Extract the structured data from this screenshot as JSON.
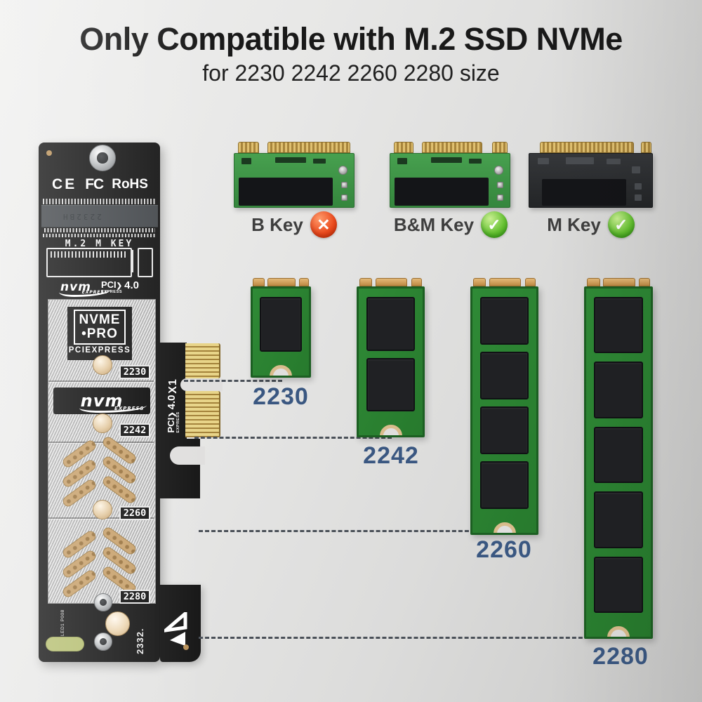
{
  "header": {
    "title": "Only Compatible with M.2 SSD NVMe",
    "subtitle": "for 2230 2242 2260 2280 size"
  },
  "key_compatibility": [
    {
      "label": "B Key",
      "glyph": "✕",
      "status": "incompatible"
    },
    {
      "label": "B&M Key",
      "glyph": "✓",
      "status": "compatible"
    },
    {
      "label": "M Key",
      "glyph": "✓",
      "status": "compatible"
    }
  ],
  "adapter_card": {
    "certifications": [
      "CE",
      "FC",
      "RoHS"
    ],
    "socket_label": "M.2 M KEY",
    "socket_print": "2232BH",
    "slot_label": "X1",
    "board_code": "2332.",
    "silkscreen": {
      "led": "LED1",
      "part": "P008"
    },
    "logos": {
      "nvm": "nvm",
      "nvm_sub": "EXPRESS",
      "pci": "PCI",
      "pci_arrow": "❯",
      "pci_sub": "EXPRESS",
      "pci_version": "4.0",
      "box_line1": "NVME",
      "box_line2": "•PRO",
      "box_sub": "PCIEXPRESS"
    },
    "size_markers": [
      "2230",
      "2242",
      "2260",
      "2280"
    ]
  },
  "ssd_modules": [
    {
      "label": "2230",
      "chips": 1
    },
    {
      "label": "2242",
      "chips": 2
    },
    {
      "label": "2260",
      "chips": 4
    },
    {
      "label": "2280",
      "chips": 5
    }
  ],
  "colors": {
    "label_blue": "#3a5781",
    "check_green": "#54b32a",
    "cross_red": "#e23a17",
    "pcb_green": "#2c8032",
    "gold": "#d9a75f",
    "guide_line": "#4a5058"
  }
}
